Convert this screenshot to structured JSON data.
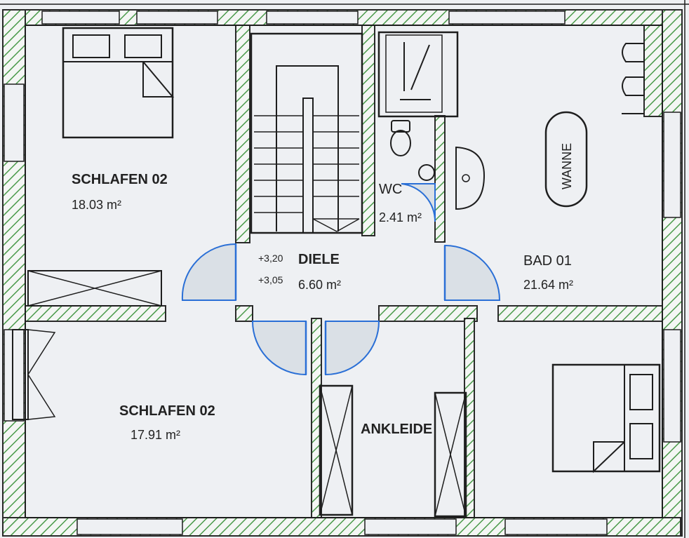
{
  "colors": {
    "background": "#eef0f3",
    "wall_hatch": "#4a9a4a",
    "door_swing": "#2a6fd6",
    "lines": "#1e1e1e"
  },
  "rooms": {
    "schlafen_top": {
      "name": "SCHLAFEN 02",
      "area": "18.03 m²"
    },
    "diele": {
      "name": "DIELE",
      "area": "6.60 m²",
      "level_upper": "+3,20",
      "level_lower": "+3,05"
    },
    "wc": {
      "name": "WC",
      "area": "2.41 m²"
    },
    "bad": {
      "name": "BAD 01",
      "area": "21.64 m²"
    },
    "schlafen_bottom": {
      "name": "SCHLAFEN 02",
      "area": "17.91 m²"
    },
    "ankleide": {
      "name": "ANKLEIDE"
    }
  },
  "fixtures": {
    "bathtub_label": "WANNE"
  },
  "icons": [
    "bed-icon",
    "bathtub-icon",
    "toilet-icon",
    "sink-icon",
    "shower-icon",
    "wardrobe-icon",
    "stair-icon",
    "door-swing-icon"
  ]
}
